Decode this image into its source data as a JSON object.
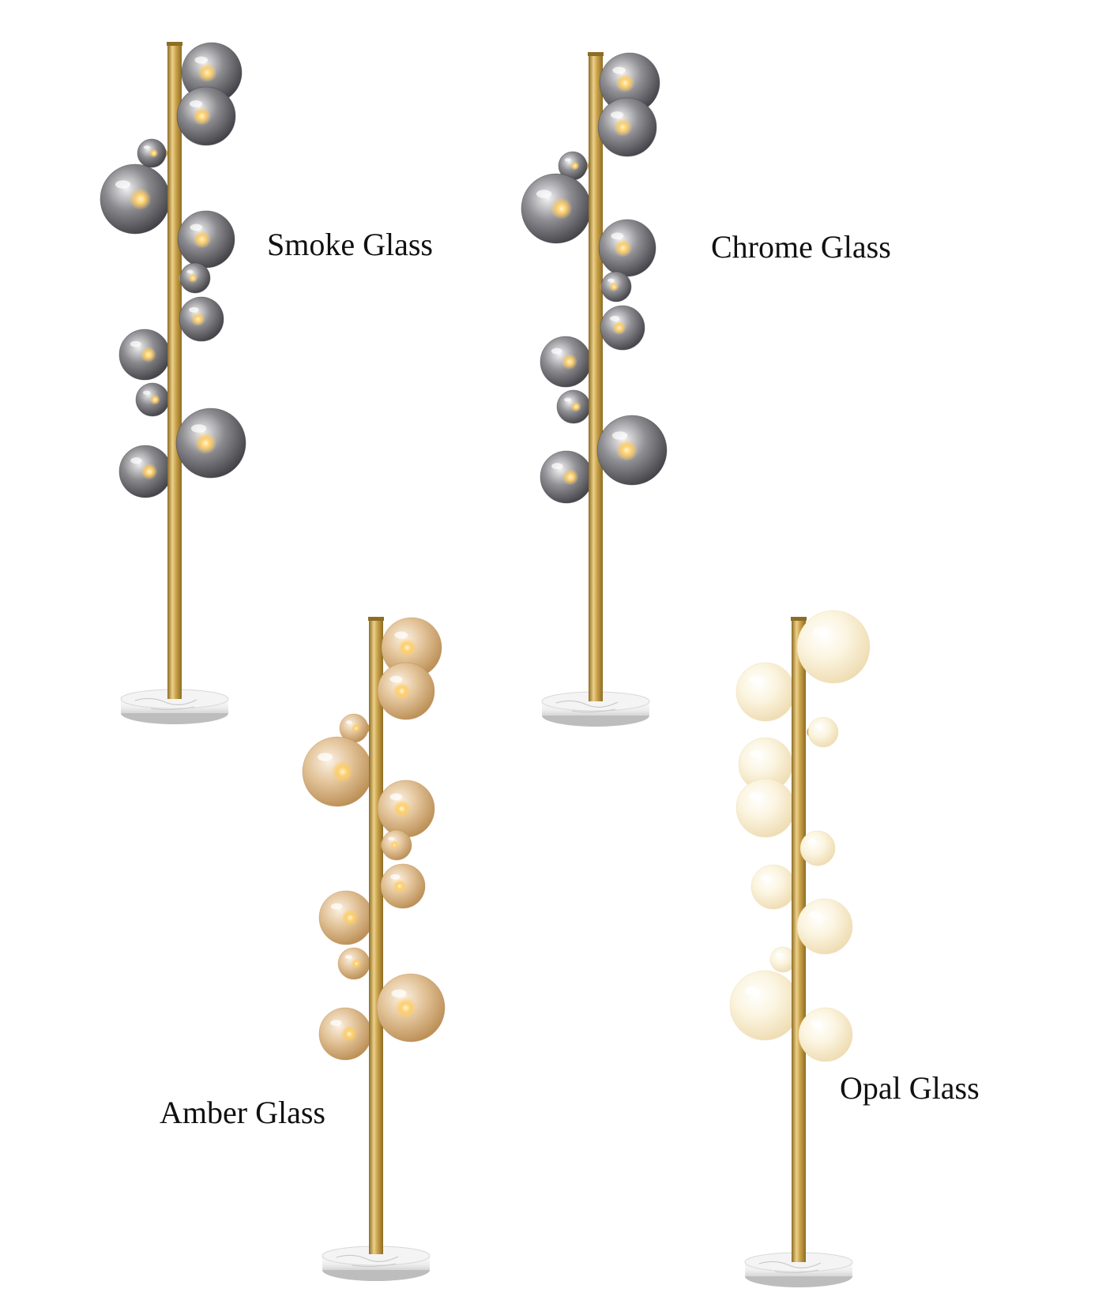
{
  "lamps": [
    {
      "label": "Smoke Glass",
      "finish": "smoke",
      "glass": "#8a8a8e",
      "highlight": "#f0f0f2",
      "shade": "#3e3e44"
    },
    {
      "label": "Chrome Glass",
      "finish": "chrome",
      "glass": "#8f8f94",
      "highlight": "#f4f4f6",
      "shade": "#404046"
    },
    {
      "label": "Amber Glass",
      "finish": "amber",
      "glass": "#e3c49a",
      "highlight": "#fbf1e2",
      "shade": "#b98c52"
    },
    {
      "label": "Opal Glass",
      "finish": "opal",
      "glass": "#fbf4df",
      "highlight": "#ffffff",
      "shade": "#eedbb0"
    }
  ],
  "colors": {
    "brass": "#c9a24a",
    "brass_light": "#ecd08a",
    "brass_dark": "#8e6c24",
    "marble": "#eeeeee",
    "marble_vein": "#c9c9c9",
    "bulb_glow": "#ffcf6a",
    "text": "#111111",
    "background": "#ffffff"
  }
}
